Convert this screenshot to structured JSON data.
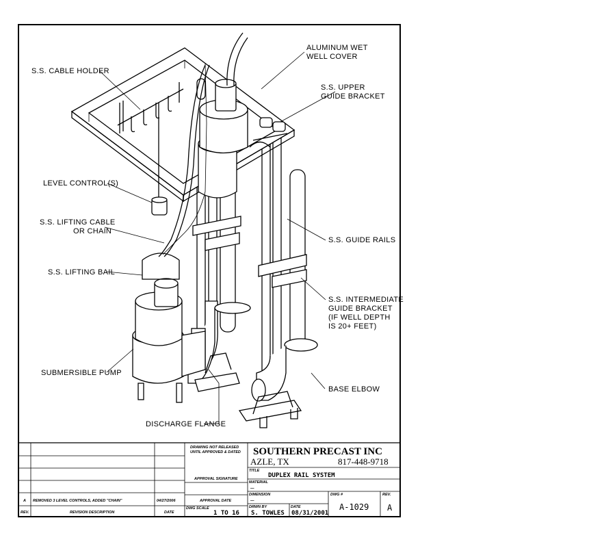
{
  "labels": {
    "cover": [
      "ALUMINUM WET",
      "WELL COVER"
    ],
    "cable_holder": "S.S. CABLE HOLDER",
    "upper_bracket": [
      "S.S. UPPER",
      "GUIDE BRACKET"
    ],
    "level_control": "LEVEL CONTROL(S)",
    "lifting_cable": [
      "S.S. LIFTING CABLE",
      "OR CHAIN"
    ],
    "guide_rails": "S.S. GUIDE RAILS",
    "lifting_bail": "S.S. LIFTING BAIL",
    "intermediate_bracket": [
      "S.S. INTERMEDIATE",
      "GUIDE BRACKET",
      "(IF WELL DEPTH",
      "IS 20+ FEET)"
    ],
    "submersible_pump": "SUBMERSIBLE PUMP",
    "base_elbow": "BASE ELBOW",
    "discharge_flange": "DISCHARGE FLANGE"
  },
  "title_block": {
    "revision": {
      "rev": "A",
      "description": "REMOVED 3 LEVEL CONTROLS, ADDED \"CHAIN\"",
      "date": "04/27/2006",
      "header_rev": "REV.",
      "header_description": "REVISION DESCRIPTION",
      "header_date": "DATE"
    },
    "release": [
      "DRAWING NOT RELEASED",
      "UNTIL APPROVED & DATED"
    ],
    "approval_signature": "APPROVAL SIGNATURE",
    "approval_date": "APPROVAL DATE",
    "scale_label": "DWG SCALE",
    "scale_value": "1 TO 16",
    "company": "SOUTHERN PRECAST INC",
    "city": "AZLE, TX",
    "phone": "817-448-9718",
    "title_label": "TITLE",
    "title_value": "DUPLEX RAIL SYSTEM",
    "material_label": "MATERIAL",
    "material_value": "—",
    "dim_label": "DIMENSION",
    "dim_value": "—",
    "dwg_no_label": "DWG #",
    "dwg_no": "A-1029",
    "rev_label": "REV.",
    "rev_value": "A",
    "drawn_by_label": "DRWN BY",
    "drawn_by": "S. TOWLES",
    "date_label": "DATE",
    "date_value": "08/31/2001"
  }
}
